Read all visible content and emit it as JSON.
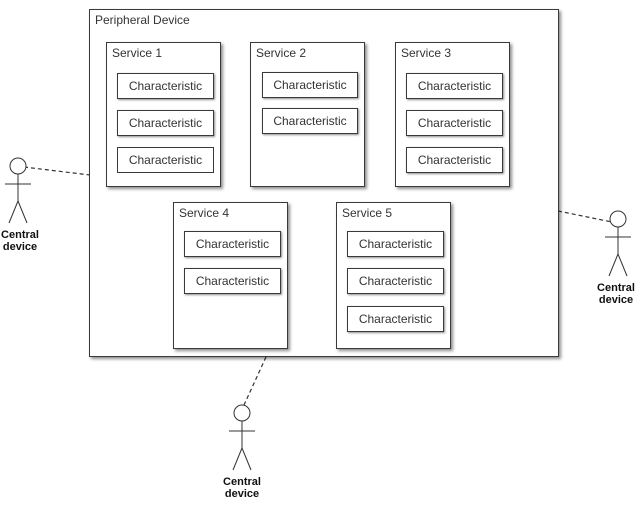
{
  "peripheral": {
    "title": "Peripheral Device"
  },
  "services": [
    {
      "title": "Service 1",
      "characteristics": [
        "Characteristic",
        "Characteristic",
        "Characteristic"
      ]
    },
    {
      "title": "Service 2",
      "characteristics": [
        "Characteristic",
        "Characteristic"
      ]
    },
    {
      "title": "Service 3",
      "characteristics": [
        "Characteristic",
        "Characteristic",
        "Characteristic"
      ]
    },
    {
      "title": "Service 4",
      "characteristics": [
        "Characteristic",
        "Characteristic"
      ]
    },
    {
      "title": "Service 5",
      "characteristics": [
        "Characteristic",
        "Characteristic",
        "Characteristic"
      ]
    }
  ],
  "actors": [
    {
      "label": "Central\ndevice"
    },
    {
      "label": "Central\ndevice"
    },
    {
      "label": "Central\ndevice"
    }
  ]
}
